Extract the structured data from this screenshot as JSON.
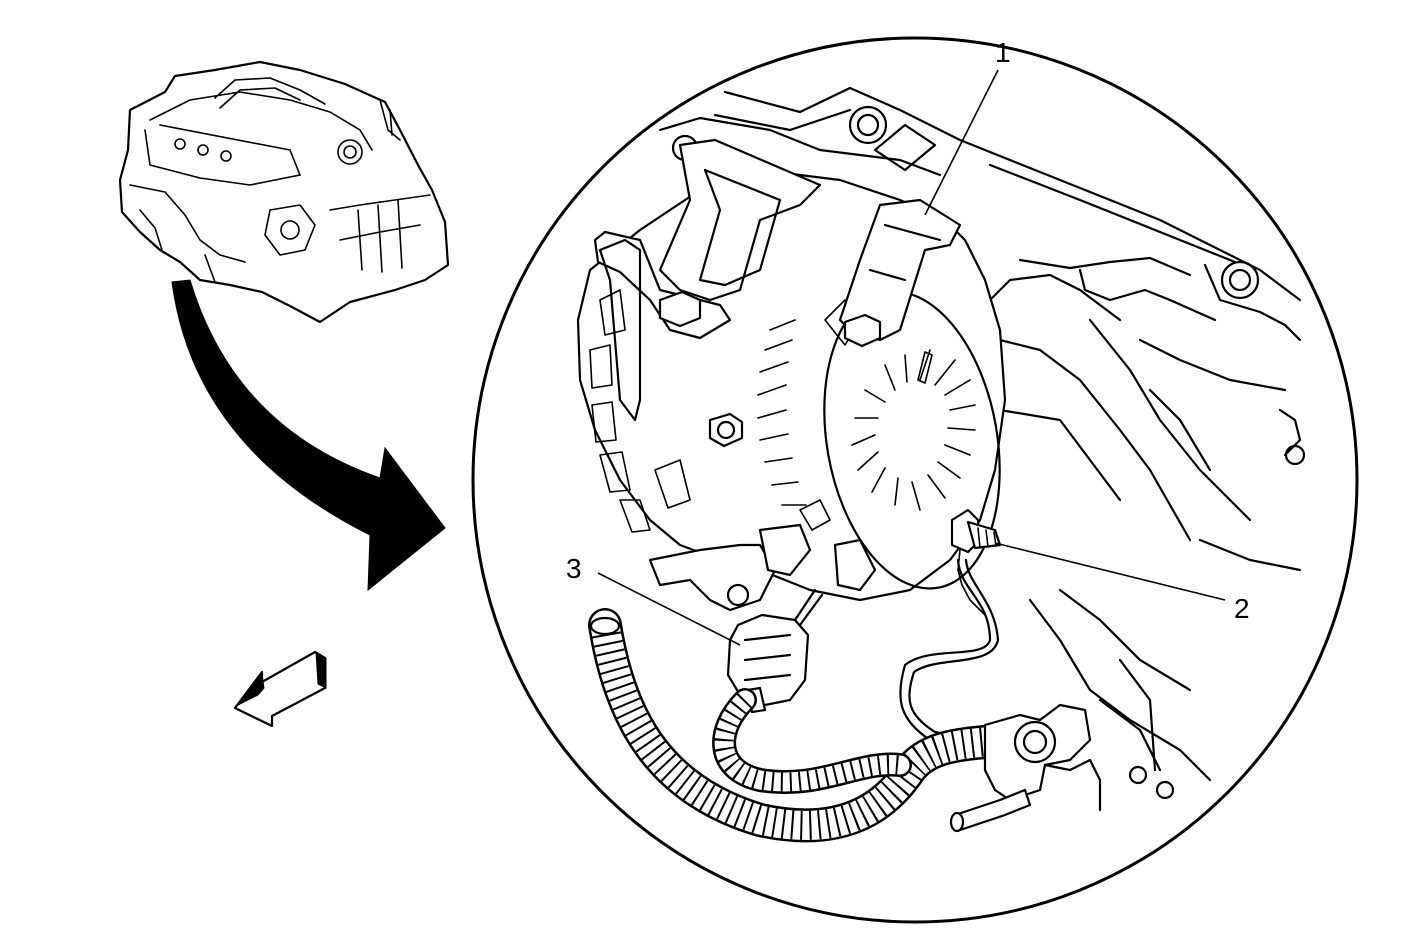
{
  "callouts": [
    {
      "id": "1",
      "label": "1"
    },
    {
      "id": "2",
      "label": "2"
    },
    {
      "id": "3",
      "label": "3"
    }
  ],
  "colors": {
    "line": "#000000",
    "background": "#ffffff"
  },
  "icons": [
    "engine-locator-icon",
    "pointer-arrow-icon",
    "front-direction-arrow-icon"
  ]
}
